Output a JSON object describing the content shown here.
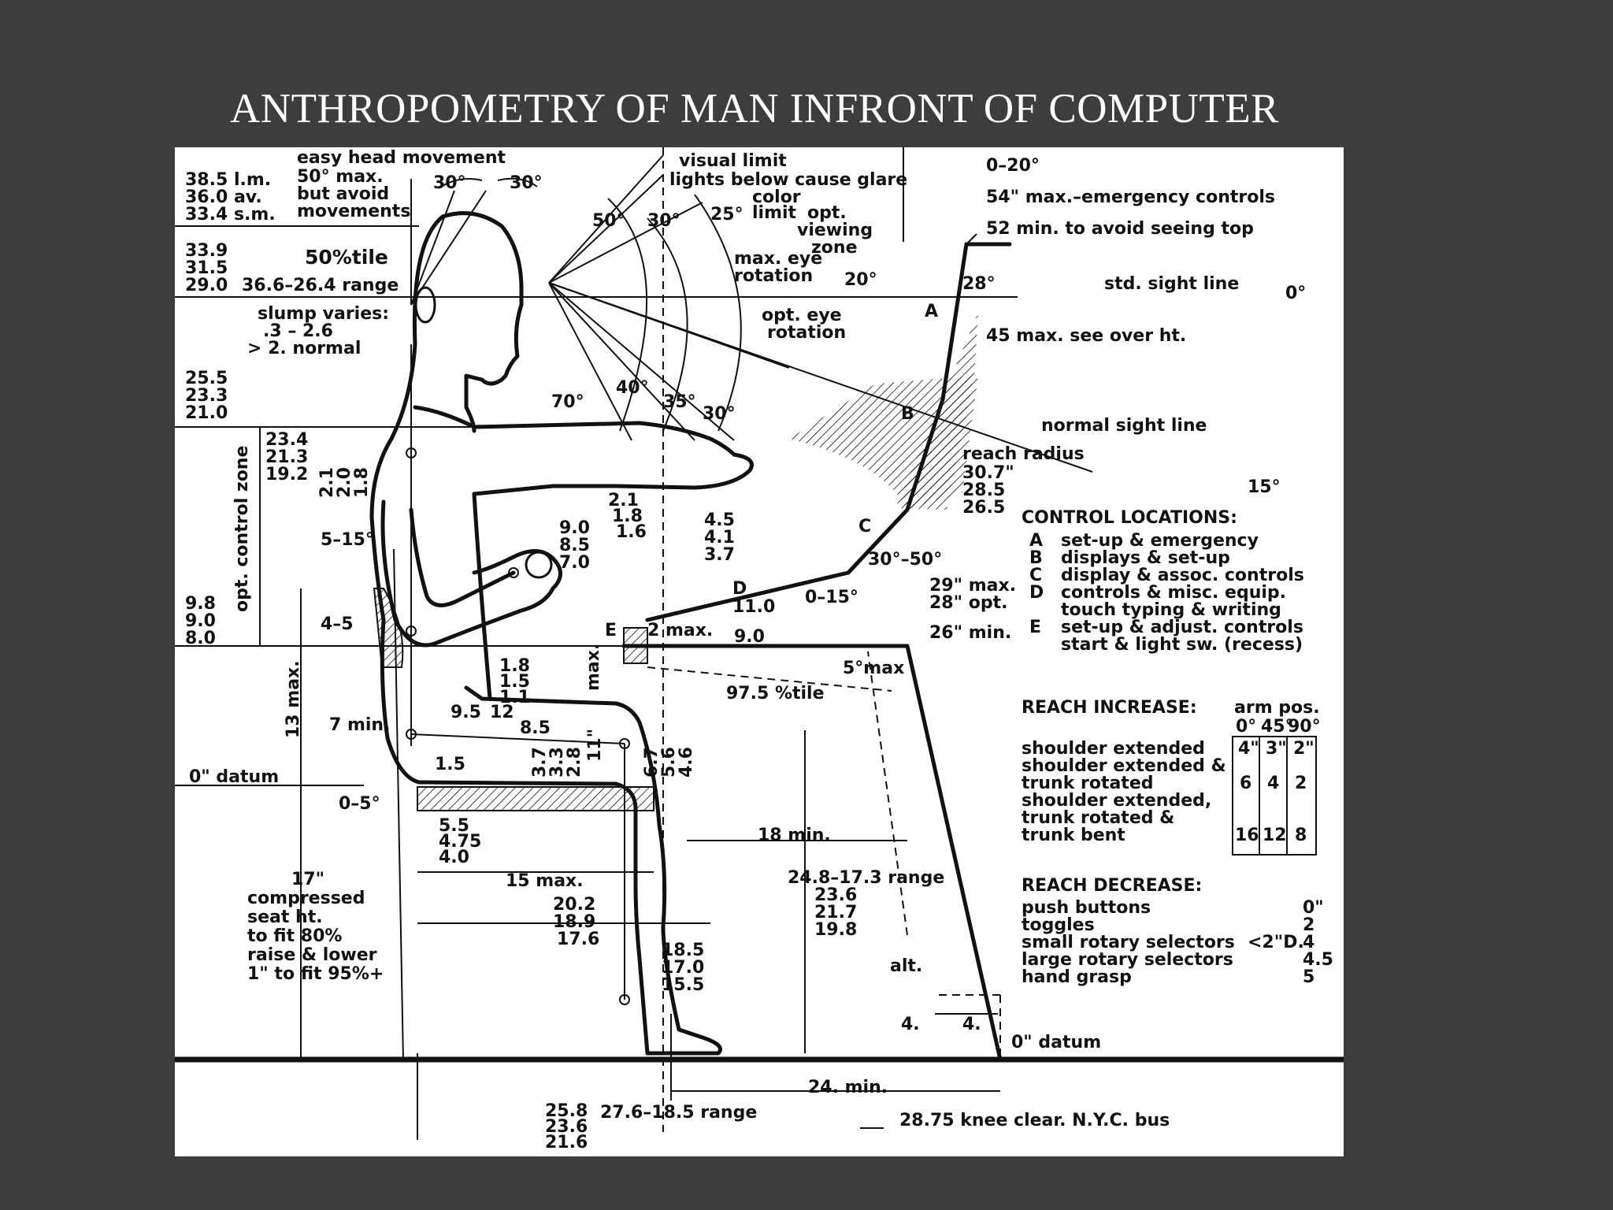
{
  "slide": {
    "title": "ANTHROPOMETRY OF MAN INFRONT OF COMPUTER"
  },
  "colors": {
    "background": "#3d3d3d",
    "panel": "#ffffff",
    "ink": "#111111",
    "title": "#ffffff"
  },
  "head": {
    "easy_head_movement": "easy head movement",
    "max50": "50° max.",
    "but_avoid": "but avoid",
    "movements": "movements",
    "head_heights": [
      "38.5  l.m.",
      "36.0  av.",
      "33.4  s.m."
    ],
    "eye_heights": [
      "33.9",
      "31.5",
      "29.0"
    ],
    "pct50": "50%tile",
    "range": "36.6–26.4 range",
    "slump1": "slump varies:",
    "slump2": ".3 – 2.6",
    "slump3": "> 2. normal",
    "angle_l": "30°",
    "angle_r": "30°"
  },
  "vision": {
    "visual_limit": "visual limit",
    "lights": "lights below cause glare",
    "color1": "color",
    "color2": "limit",
    "a50": "50°",
    "a30": "30°",
    "a25": "25°",
    "max_eye1": "max. eye",
    "max_eye2": "rotation",
    "opt_view1": "opt.",
    "opt_view2": "viewing",
    "opt_view3": "zone",
    "opt_eye1": "opt. eye",
    "opt_eye2": "rotation",
    "d70": "70°",
    "d40": "40°",
    "d35": "35°",
    "d30": "30°",
    "v20": "20°",
    "v28": "28°"
  },
  "console": {
    "tilt": "0–20°",
    "emergency": "54\" max.–emergency controls",
    "min_top": "52  min. to avoid seeing top",
    "std_sight": "std. sight line",
    "zero": "0°",
    "see_over": "45  max. see over ht.",
    "normal_sight": "normal sight line",
    "fifteen": "15°",
    "reach_radius": "reach radius",
    "reach_vals": [
      "30.7\"",
      "28.5",
      "26.5"
    ],
    "max29": "29\" max.",
    "opt28": "28\" opt.",
    "min26": "26\" min.",
    "tilt015": "0–15°",
    "angle_3050": "30°–50°",
    "lbl_a": "A",
    "lbl_b": "B",
    "lbl_c": "C",
    "lbl_d": "D",
    "lbl_e": "E"
  },
  "body": {
    "shoulder": [
      "25.5",
      "23.3",
      "21.0"
    ],
    "opt_zone": "opt. control zone",
    "shoulder2": [
      "23.4",
      "21.3",
      "19.2"
    ],
    "mini": [
      "2.1",
      "2.0",
      "1.8"
    ],
    "angle515": "5–15°",
    "elbow": [
      "9.8",
      "9.0",
      "8.0"
    ],
    "backrest": "4–5",
    "max13": "13 max.",
    "min7": "7 min.",
    "datum": "0\" datum",
    "angle05": "0–5°",
    "arm_lens": [
      "9.0",
      "8.5",
      "7.0"
    ],
    "thick": [
      "2.1",
      "1.8",
      "1.6"
    ],
    "hand": [
      "4.5",
      "4.1",
      "3.7"
    ],
    "v11": "11.0",
    "max2": "2 max.",
    "v9": "9.0",
    "thigh": [
      "1.8",
      "1.5",
      "1.1"
    ],
    "max_v": "max.",
    "v95": "9.5",
    "v12": "12",
    "v85": "8.5",
    "v15": "1.5",
    "seat_t": [
      "3.7",
      "3.3",
      "2.8"
    ],
    "v11q": "11\"",
    "knee": [
      "6.7",
      "5.6",
      "4.6"
    ],
    "pct975": "97.5 %tile",
    "max5": "5°max",
    "depth": [
      "5.5",
      "4.75",
      "4.0"
    ],
    "min18": "18  min.",
    "max15": "15 max.",
    "buttock": [
      "20.2",
      "18.9",
      "17.6"
    ],
    "range248": "24.8–17.3 range",
    "range_vals": [
      "23.6",
      "21.7",
      "19.8"
    ],
    "leg": [
      "18.5",
      "17.0",
      "15.5"
    ],
    "alt": "alt.",
    "four1": "4.",
    "four2": "4.",
    "floor_datum": "0\" datum",
    "seat_note": [
      "17\"",
      "compressed",
      "seat ht.",
      "to fit 80%",
      "raise & lower",
      "1\" to fit 95%+"
    ],
    "min24": "24. min.",
    "bottom": [
      "25.8",
      "23.6",
      "21.6"
    ],
    "range276": "27.6–18.5 range",
    "knee_clear": "28.75  knee clear. N.Y.C. bus"
  },
  "controls": {
    "heading": "CONTROL LOCATIONS:",
    "items": [
      {
        "key": "A",
        "lines": [
          "set-up & emergency"
        ]
      },
      {
        "key": "B",
        "lines": [
          "displays & set-up"
        ]
      },
      {
        "key": "C",
        "lines": [
          "display & assoc. controls"
        ]
      },
      {
        "key": "D",
        "lines": [
          "controls & misc. equip.",
          "touch typing & writing"
        ]
      },
      {
        "key": "E",
        "lines": [
          "set-up & adjust. controls",
          "start & light sw. (recess)"
        ]
      }
    ]
  },
  "reach_increase": {
    "heading": "REACH INCREASE:",
    "arm_pos": "arm pos.",
    "cols": [
      "0°",
      "45°",
      "90°"
    ],
    "row_labels": [
      "shoulder extended",
      "shoulder extended &",
      "trunk rotated",
      "shoulder extended,",
      "trunk rotated &",
      "trunk bent"
    ],
    "rows": [
      [
        "4\"",
        "3\"",
        "2\""
      ],
      [
        "6",
        "4",
        "2"
      ],
      [
        "16",
        "12",
        "8"
      ]
    ]
  },
  "reach_decrease": {
    "heading": "REACH DECREASE:",
    "items": [
      {
        "label": "push buttons",
        "value": "0\""
      },
      {
        "label": "toggles",
        "value": "2"
      },
      {
        "label": "small rotary selectors",
        "value": "4"
      },
      {
        "label": "large rotary selectors",
        "value": "4.5"
      },
      {
        "label": "hand grasp",
        "value": "5"
      }
    ],
    "note": "<2\"D."
  }
}
